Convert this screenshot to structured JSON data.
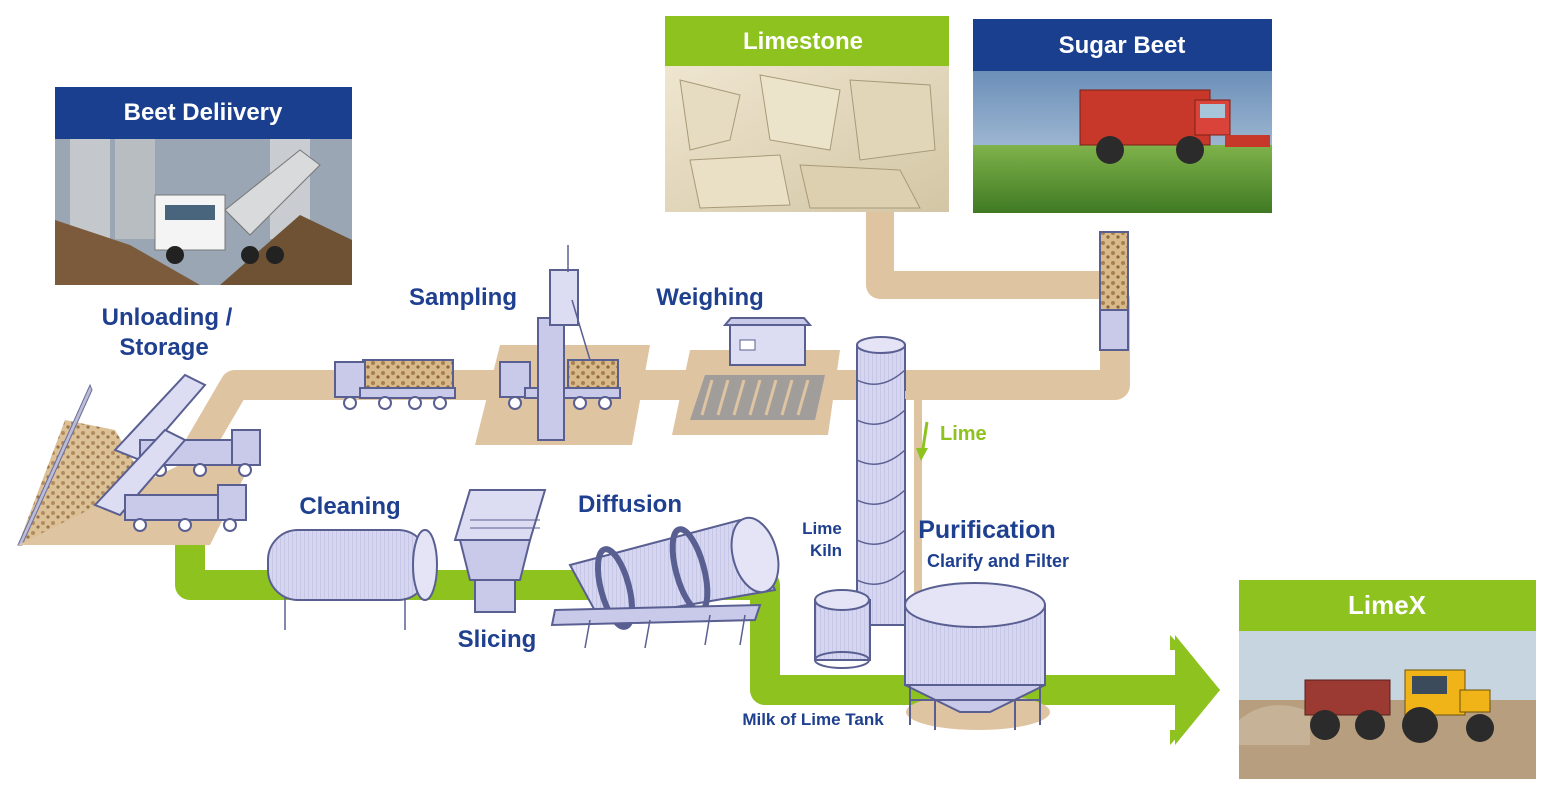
{
  "colors": {
    "navy_header": "#1a3f8f",
    "green_header": "#8dc21f",
    "beet_path": "#dfc4a2",
    "lime_path": "#8dc21f",
    "label_blue": "#1f3f8f",
    "machinery": "#c9c9ea"
  },
  "headers": {
    "beet_delivery": "Beet Deliivery",
    "limestone": "Limestone",
    "sugar_beet": "Sugar Beet",
    "limex": "LimeX"
  },
  "stages": {
    "unloading_line1": "Unloading /",
    "unloading_line2": "Storage",
    "sampling": "Sampling",
    "weighing": "Weighing",
    "cleaning": "Cleaning",
    "slicing": "Slicing",
    "diffusion": "Diffusion",
    "lime_kiln_line1": "Lime",
    "lime_kiln_line2": "Kiln",
    "purification": "Purification",
    "purification_sub": "Clarify and Filter",
    "milk_of_lime_tank": "Milk of Lime Tank",
    "lime_flow": "Lime"
  },
  "icons": [
    "delivery-truck-photo",
    "limestone-rock-photo",
    "beet-harvester-photo",
    "tractor-spreader-photo",
    "tipper-truck-icon",
    "sampling-tower-icon",
    "weighbridge-icon",
    "cleaning-tank-icon",
    "slicing-hopper-icon",
    "diffusion-drum-icon",
    "lime-kiln-icon",
    "milk-of-lime-tank-icon",
    "purification-tank-icon",
    "arrow-right-icon",
    "arrow-down-icon"
  ]
}
